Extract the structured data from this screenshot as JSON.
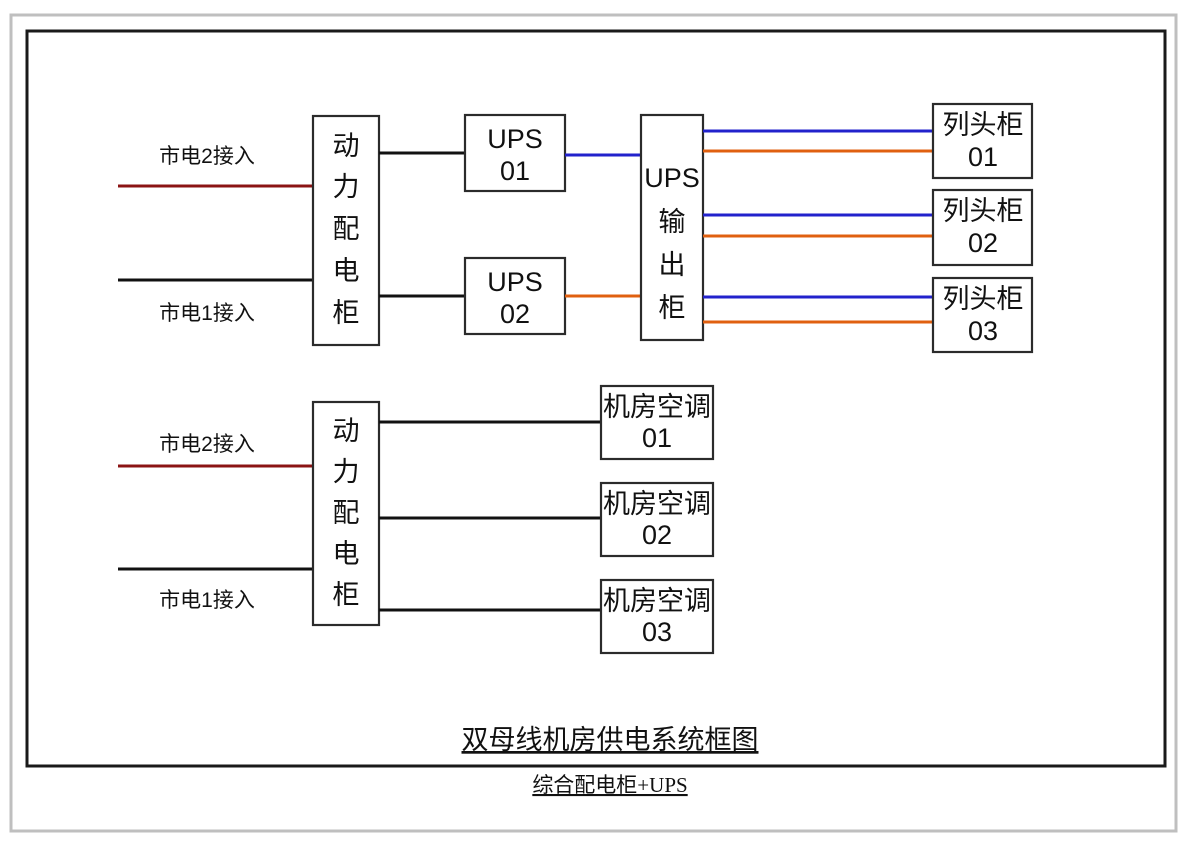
{
  "diagram": {
    "caption_title": "双母线机房供电系统框图",
    "caption_subtitle": "综合配电柜+UPS",
    "colors": {
      "mains2_line": "#8b1414",
      "mains1_line": "#111111",
      "ups_bus_a": "#2222cc",
      "ups_bus_b": "#e06010",
      "box_stroke": "#2b2b2b",
      "frame_outer": "#bfbfbf",
      "frame_inner": "#1a1a1a"
    },
    "upper_section": {
      "feeds": [
        {
          "label": "市电2接入",
          "color": "#8b1414"
        },
        {
          "label": "市电1接入",
          "color": "#111111"
        }
      ],
      "power_cabinet": {
        "chars": [
          "动",
          "力",
          "配",
          "电",
          "柜"
        ],
        "full_text": "动力配电柜"
      },
      "ups_units": [
        {
          "line1": "UPS",
          "line2": "01"
        },
        {
          "line1": "UPS",
          "line2": "02"
        }
      ],
      "ups_output_cabinet": {
        "line1": "UPS",
        "chars": [
          "输",
          "出",
          "柜"
        ],
        "full_text": "UPS输出柜"
      },
      "row_cabinets": [
        {
          "line1": "列头柜",
          "line2": "01"
        },
        {
          "line1": "列头柜",
          "line2": "02"
        },
        {
          "line1": "列头柜",
          "line2": "03"
        }
      ]
    },
    "lower_section": {
      "feeds": [
        {
          "label": "市电2接入",
          "color": "#8b1414"
        },
        {
          "label": "市电1接入",
          "color": "#111111"
        }
      ],
      "power_cabinet": {
        "chars": [
          "动",
          "力",
          "配",
          "电",
          "柜"
        ],
        "full_text": "动力配电柜"
      },
      "air_conditioners": [
        {
          "line1": "机房空调",
          "line2": "01"
        },
        {
          "line1": "机房空调",
          "line2": "02"
        },
        {
          "line1": "机房空调",
          "line2": "03"
        }
      ]
    }
  }
}
